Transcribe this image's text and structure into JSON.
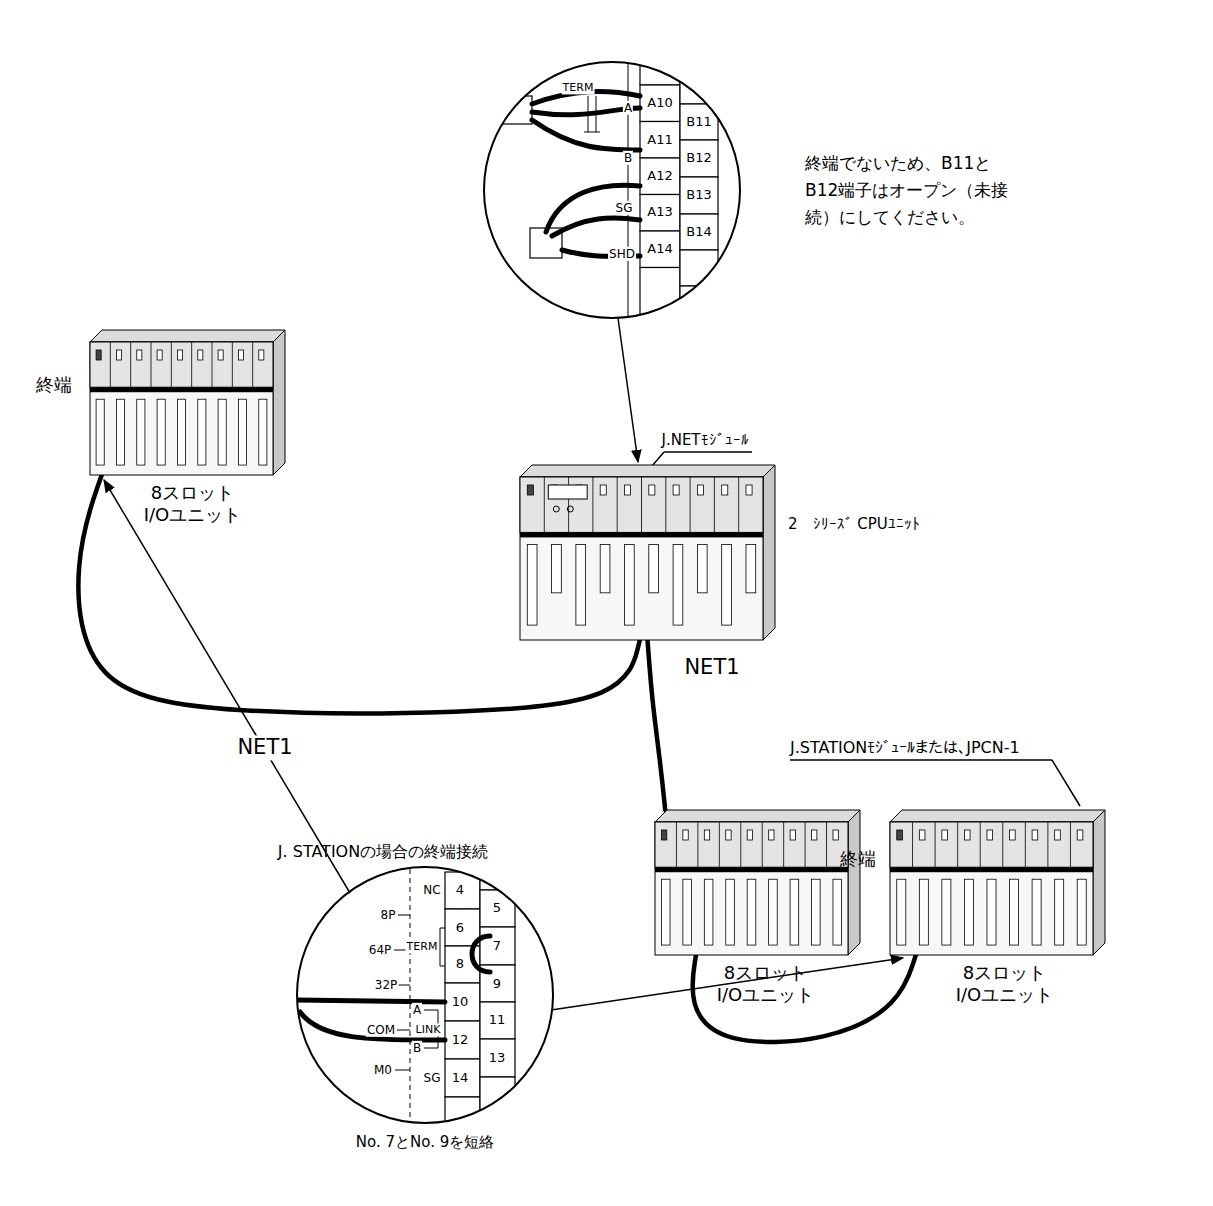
{
  "diagram": {
    "nodes": [
      {
        "text": [
          "2　ｼﾘｰｽﾞ CPUﾕﾆｯﾄ"
        ]
      },
      {
        "text": [
          "終端",
          "8スロット I/Oユニット"
        ]
      },
      {
        "text": [
          "8スロット I/Oユニット"
        ]
      },
      {
        "text": [
          "終端",
          "8スロット I/Oユニット"
        ]
      }
    ],
    "edges": [
      {
        "from": 0,
        "to": 1,
        "arrow": "none",
        "label": "NET1"
      },
      {
        "from": 0,
        "to": 2,
        "arrow": "none",
        "label": "NET1"
      },
      {
        "from": 2,
        "to": 3,
        "arrow": "none"
      }
    ],
    "labels": [
      "J.NETﾓｼﾞｭｰﾙ",
      "J.STATIONﾓｼﾞｭｰﾙまたは、JPCN-1",
      "終端でないため、B11とB12端子はオープン（未接続）にしてください。",
      "TERM",
      "A",
      "B",
      "SG",
      "SHD",
      "A10",
      "A11",
      "A12",
      "A13",
      "A14",
      "B11",
      "B12",
      "B13",
      "B14",
      "J. STATIONの場合の終端接続",
      "NC",
      "8P",
      "64P",
      "TERM",
      "32P",
      "A",
      "COM",
      "LINK",
      "B",
      "M0",
      "SG",
      "4",
      "5",
      "6",
      "7",
      "8",
      "9",
      "10",
      "11",
      "12",
      "13",
      "14",
      "No. 7とNo. 9を短絡"
    ]
  }
}
